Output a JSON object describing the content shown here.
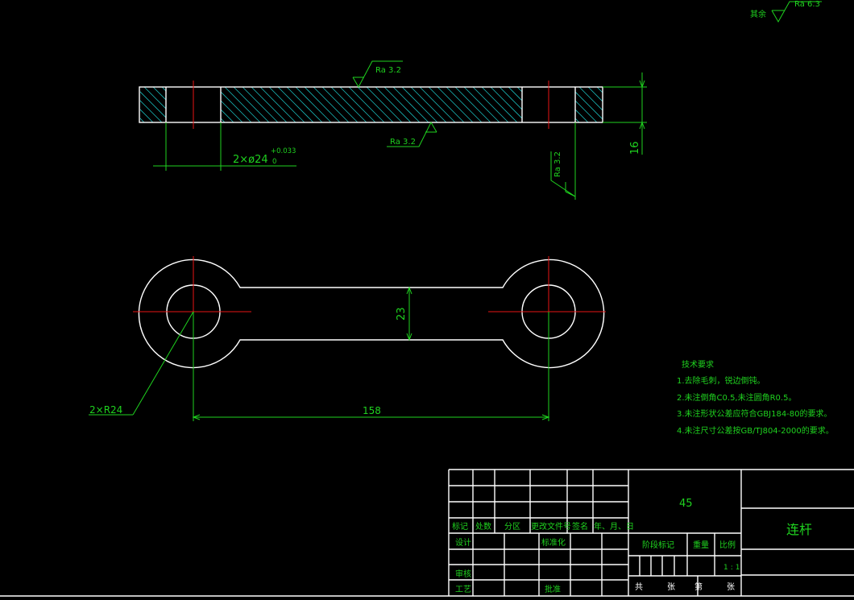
{
  "drawing": {
    "general_roughness": {
      "label": "其余",
      "value": "Ra 6.3"
    },
    "section_view": {
      "roughness_top": "Ra 3.2",
      "roughness_bottom": "Ra 3.2",
      "roughness_right": "Ra 3.2",
      "hole_dim": "2×ø24",
      "hole_tol_upper": "+0.033",
      "hole_tol_lower": "0",
      "thickness": "16"
    },
    "plan_view": {
      "radius_dim": "2×R24",
      "center_distance": "158",
      "bar_width": "23"
    },
    "tech_requirements": {
      "title": "技术要求",
      "items": [
        "1.去除毛刺，锐边倒钝。",
        "2.未注倒角C0.5,未注圆角R0.5。",
        "3.未注形状公差应符合GBJ184-80的要求。",
        "4.未注尺寸公差按GB/TJ804-2000的要求。"
      ]
    }
  },
  "title_block": {
    "material": "45",
    "part_name": "连杆",
    "headers": {
      "mark": "标记",
      "count": "处数",
      "zone": "分区",
      "change_doc": "更改文件号",
      "signature": "签名",
      "date": "年、月、日"
    },
    "roles": {
      "design": "设计",
      "standardize": "标准化",
      "review": "审核",
      "process": "工艺",
      "approve": "批准"
    },
    "stage_mark": "阶段标记",
    "weight": "重量",
    "scale": "比例",
    "scale_value": "1:1",
    "sheets_total": "共",
    "sheet_unit": "张",
    "sheet_no": "第",
    "sheet_unit2": "张"
  }
}
